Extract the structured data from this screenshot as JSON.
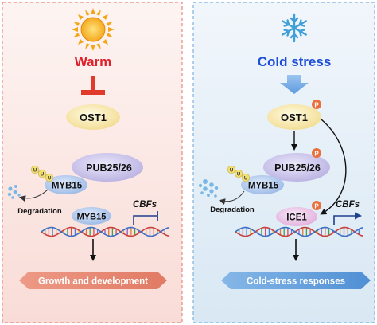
{
  "warm": {
    "title": "Warm",
    "ost1": "OST1",
    "pub": "PUB25/26",
    "myb15_ub": "MYB15",
    "ub": [
      "U",
      "U",
      "U"
    ],
    "degradation": "Degradation",
    "myb15": "MYB15",
    "cbfs": "CBFs",
    "outcome": "Growth and development"
  },
  "cold": {
    "title": "Cold stress",
    "ost1": "OST1",
    "pub": "PUB25/26",
    "myb15_ub": "MYB15",
    "ub": [
      "U",
      "U",
      "U"
    ],
    "degradation": "Degradation",
    "ice1": "ICE1",
    "cbfs": "CBFs",
    "outcome": "Cold-stress responses",
    "phospho": "P"
  },
  "colors": {
    "warm_title": "#e0202a",
    "cold_title": "#1f4fd6",
    "warm_bg": "#fbe9e6",
    "cold_bg": "#e6eff7",
    "warm_arrow": "#e8806a",
    "cold_arrow": "#6aa4de",
    "ost1_fill": "#f7e7a0",
    "pub_fill": "#c9c3ec",
    "myb15_fill": "#a7c3ea",
    "ice1_fill": "#ebc3e6",
    "phospho_fill": "#e9703d"
  },
  "icons": {
    "warm": "sun-icon",
    "cold": "snowflake-icon"
  }
}
